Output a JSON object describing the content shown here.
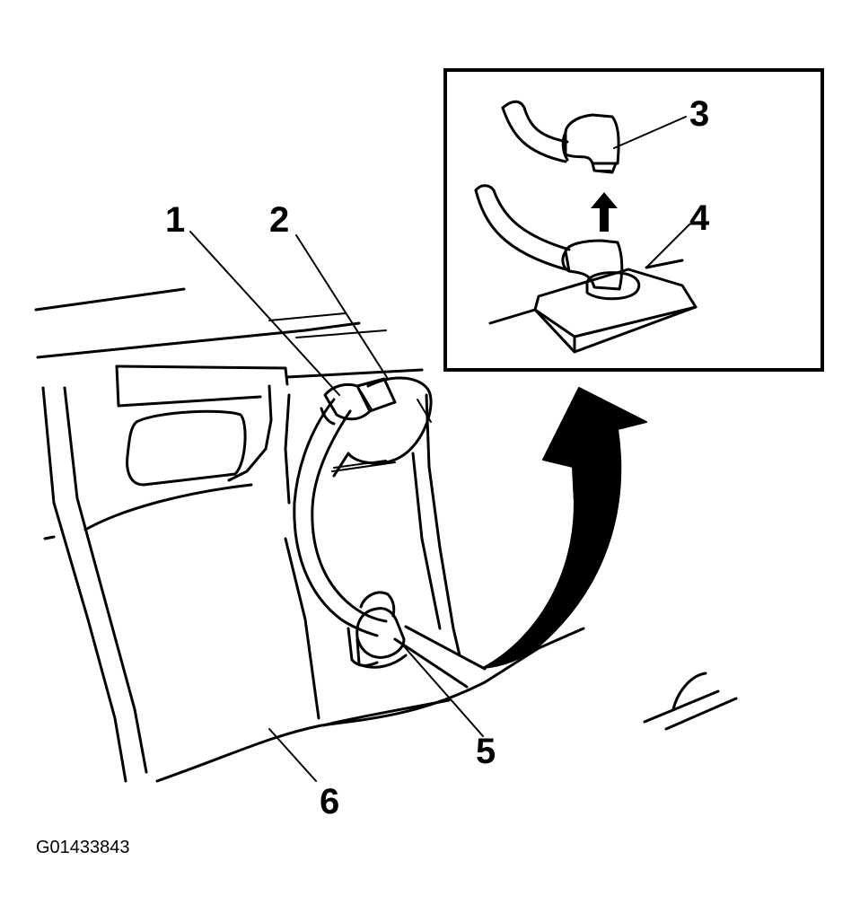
{
  "figure_id": "G01433843",
  "callouts": {
    "c1": "1",
    "c2": "2",
    "c3": "3",
    "c4": "4",
    "c5": "5",
    "c6": "6"
  }
}
